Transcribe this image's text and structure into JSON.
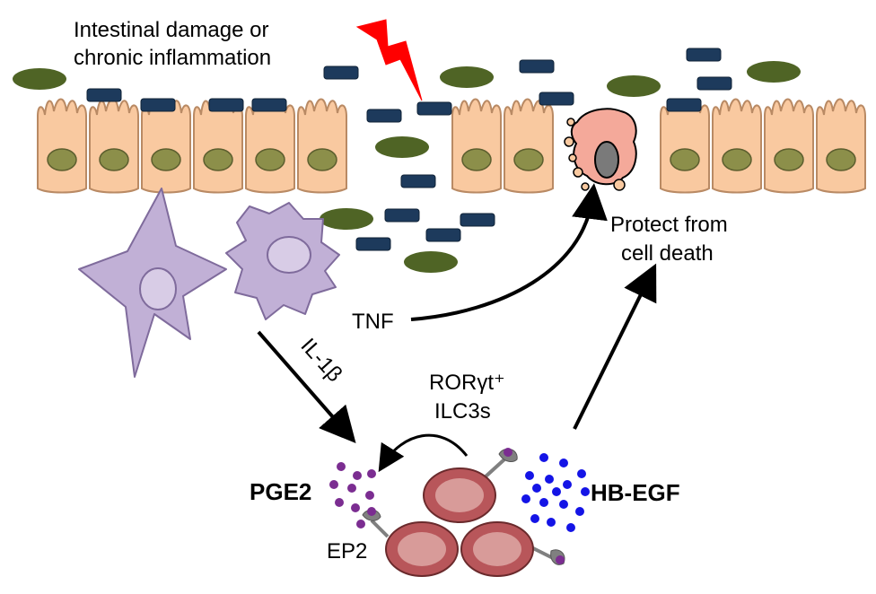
{
  "labels": {
    "damage_line1": "Intestinal damage or",
    "damage_line2": "chronic inflammation",
    "protect_line1": "Protect from",
    "protect_line2": "cell death",
    "tnf": "TNF",
    "il1b": "IL-1β",
    "ilc3_line1": "RORγt⁺",
    "ilc3_line2": "ILC3s",
    "pge2": "PGE2",
    "ep2": "EP2",
    "hbegf": "HB-EGF"
  },
  "colors": {
    "epithelial_fill": "#f9c9a0",
    "epithelial_stroke": "#b98a64",
    "nucleus": "#8c8f4a",
    "bacteria_green": "#4f6425",
    "bacteria_blue": "#1d3a5c",
    "lightning": "#ff0000",
    "dying_cell": "#f4a99a",
    "dying_nucleus": "#7a7a7a",
    "myeloid_fill": "#c1b0d6",
    "myeloid_stroke": "#7f6b9c",
    "ilc3_fill": "#b8565a",
    "ilc3_inner": "#d89b99",
    "pge2_dot": "#7b2d91",
    "hbegf_dot": "#1414e6",
    "receptor": "#808080"
  }
}
